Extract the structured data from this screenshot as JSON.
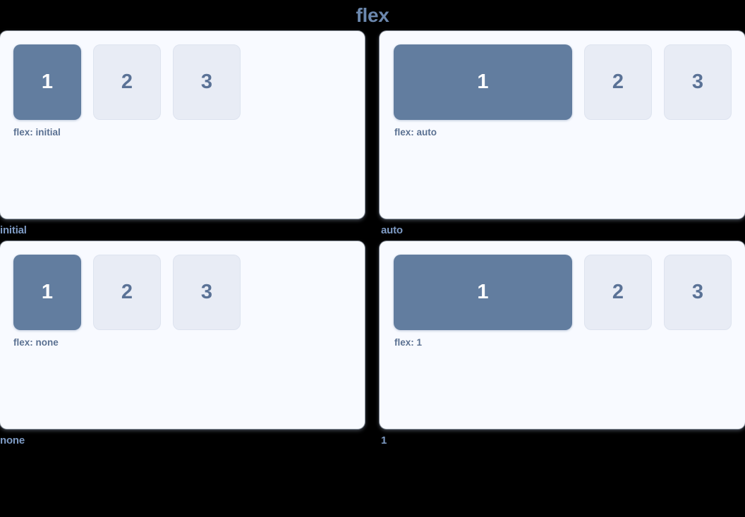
{
  "title": "flex",
  "theme": {
    "page_background": "#000000",
    "panel_background": "#f8faff",
    "accent_fill": "#627d9f",
    "muted_fill": "#e8ecf5",
    "accent_text": "#ffffff",
    "muted_text": "#5a7296",
    "label_text": "#5b7192",
    "caption_text": "#7e9bc4",
    "title_text": "#6b87ad"
  },
  "panels": [
    {
      "caption": "initial",
      "label": "flex: initial",
      "items": [
        {
          "number": "1",
          "style": "primary",
          "grow": false
        },
        {
          "number": "2",
          "style": "muted",
          "grow": false
        },
        {
          "number": "3",
          "style": "muted",
          "grow": false
        }
      ]
    },
    {
      "caption": "auto",
      "label": "flex: auto",
      "items": [
        {
          "number": "1",
          "style": "primary",
          "grow": true
        },
        {
          "number": "2",
          "style": "muted",
          "grow": false
        },
        {
          "number": "3",
          "style": "muted",
          "grow": false
        }
      ]
    },
    {
      "caption": "none",
      "label": "flex: none",
      "items": [
        {
          "number": "1",
          "style": "primary",
          "grow": false
        },
        {
          "number": "2",
          "style": "muted",
          "grow": false
        },
        {
          "number": "3",
          "style": "muted",
          "grow": false
        }
      ]
    },
    {
      "caption": "1",
      "label": "flex: 1",
      "items": [
        {
          "number": "1",
          "style": "primary",
          "grow": true
        },
        {
          "number": "2",
          "style": "muted",
          "grow": false
        },
        {
          "number": "3",
          "style": "muted",
          "grow": false
        }
      ]
    }
  ]
}
